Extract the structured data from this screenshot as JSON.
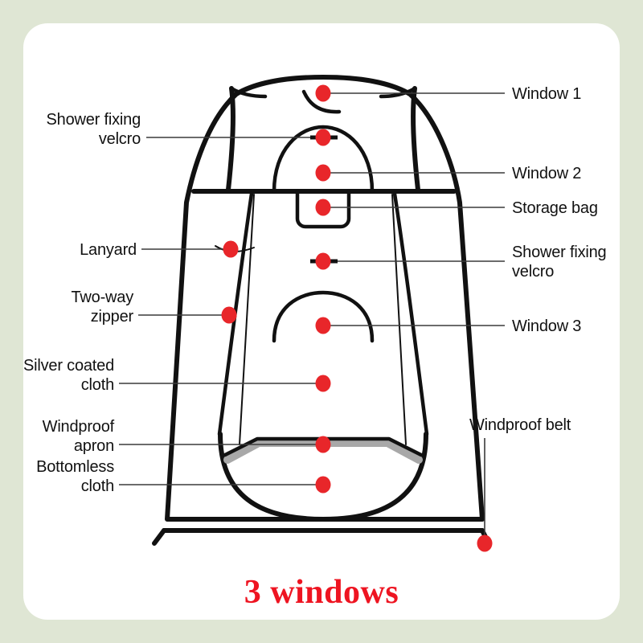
{
  "page": {
    "background_color": "#dfe6d4",
    "card_color": "#ffffff"
  },
  "caption": {
    "text": "3 windows",
    "color": "#ee1421"
  },
  "diagram": {
    "title": "Pop-up shower / changing tent exploded feature callout diagram",
    "marker_color": "#e8262a",
    "outline_color": "#111111",
    "leader_color": "#3a3a3a",
    "apron_color": "#a8a8a8"
  },
  "labels": {
    "window_1": "Window 1",
    "window_2": "Window 2",
    "storage_bag": "Storage bag",
    "shower_fixing_velcro_right": "Shower fixing\nvelcro",
    "window_3": "Window 3",
    "windproof_belt": "Windproof belt",
    "shower_fixing_velcro_left": "Shower fixing\nvelcro",
    "lanyard": "Lanyard",
    "two_way_zipper": "Two-way\nzipper",
    "silver_coated_cloth": "Silver coated\ncloth",
    "windproof_apron": "Windproof\napron",
    "bottomless_cloth": "Bottomless\ncloth"
  },
  "callouts": [
    {
      "id": "window-1",
      "label": "Window 1",
      "side": "right",
      "dot": [
        402,
        116
      ]
    },
    {
      "id": "window-2",
      "label": "Window 2",
      "side": "right",
      "dot": [
        402,
        215
      ]
    },
    {
      "id": "storage-bag",
      "label": "Storage bag",
      "side": "right",
      "dot": [
        402,
        258
      ]
    },
    {
      "id": "shower-fixing-velcro-r",
      "label": "Shower fixing velcro",
      "side": "right",
      "dot": [
        402,
        325
      ]
    },
    {
      "id": "window-3",
      "label": "Window 3",
      "side": "right",
      "dot": [
        402,
        405
      ]
    },
    {
      "id": "windproof-belt",
      "label": "Windproof belt",
      "side": "right",
      "dot": [
        603,
        676
      ]
    },
    {
      "id": "shower-fixing-velcro-l",
      "label": "Shower fixing velcro",
      "side": "left",
      "dot": [
        402,
        171
      ]
    },
    {
      "id": "lanyard",
      "label": "Lanyard",
      "side": "left",
      "dot": [
        287,
        310
      ]
    },
    {
      "id": "two-way-zipper",
      "label": "Two-way zipper",
      "side": "left",
      "dot": [
        285,
        392
      ]
    },
    {
      "id": "silver-coated-cloth",
      "label": "Silver coated cloth",
      "side": "left",
      "dot": [
        402,
        477
      ]
    },
    {
      "id": "windproof-apron",
      "label": "Windproof apron",
      "side": "left",
      "dot": [
        402,
        553
      ]
    },
    {
      "id": "bottomless-cloth",
      "label": "Bottomless cloth",
      "side": "left",
      "dot": [
        402,
        603
      ]
    }
  ]
}
